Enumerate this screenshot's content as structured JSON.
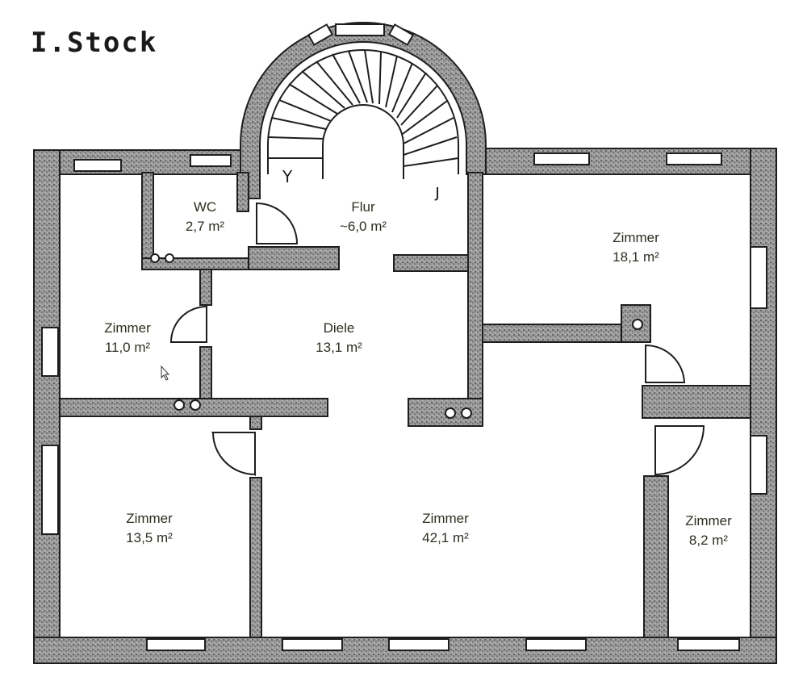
{
  "floor_title": "I.Stock",
  "rooms": {
    "wc": {
      "name": "WC",
      "area": "2,7 m²"
    },
    "flur": {
      "name": "Flur",
      "area": "~6,0 m²"
    },
    "zimmer_ne": {
      "name": "Zimmer",
      "area": "18,1 m²"
    },
    "zimmer_w": {
      "name": "Zimmer",
      "area": "11,0 m²"
    },
    "diele": {
      "name": "Diele",
      "area": "13,1 m²"
    },
    "zimmer_sw": {
      "name": "Zimmer",
      "area": "13,5 m²"
    },
    "zimmer_s": {
      "name": "Zimmer",
      "area": "42,1 m²"
    },
    "zimmer_se": {
      "name": "Zimmer",
      "area": "8,2 m²"
    }
  },
  "colors": {
    "wall": "#8a8a8a",
    "outline": "#1e1e1e",
    "label": "#2e2e22"
  }
}
